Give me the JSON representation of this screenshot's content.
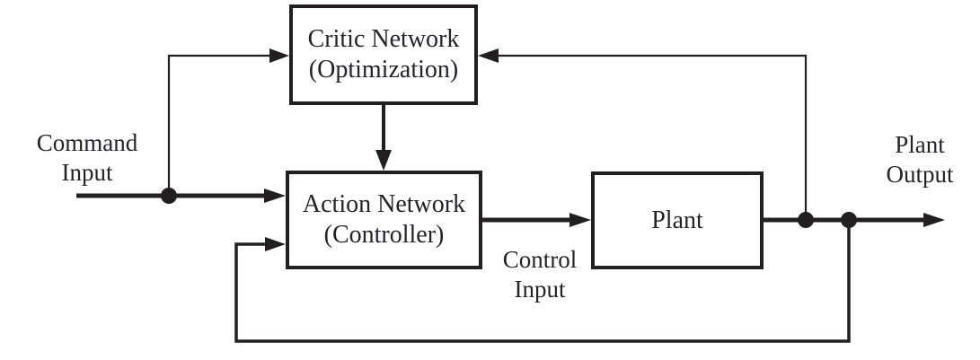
{
  "diagram": {
    "nodes": {
      "critic_network": {
        "line1": "Critic Network",
        "line2": "(Optimization)"
      },
      "action_network": {
        "line1": "Action Network",
        "line2": "(Controller)"
      },
      "plant": {
        "line1": "Plant"
      }
    },
    "edge_labels": {
      "command_input": {
        "line1": "Command",
        "line2": "Input"
      },
      "control_input": {
        "line1": "Control",
        "line2": "Input"
      },
      "plant_output": {
        "line1": "Plant",
        "line2": "Output"
      }
    },
    "colors": {
      "line": "#231f20",
      "text": "#23232c",
      "background": "#ffffff",
      "node_fill": "#ffffff"
    }
  }
}
